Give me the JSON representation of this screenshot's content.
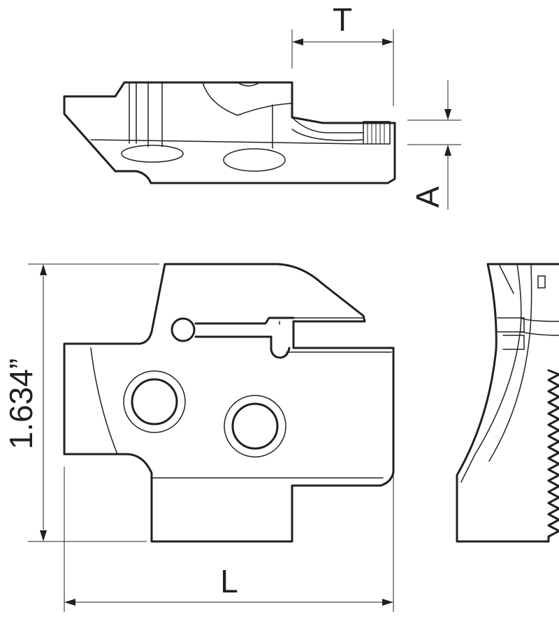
{
  "dimensions": {
    "T": "T",
    "A": "A",
    "height": "1.634”",
    "L": "L"
  },
  "views": {
    "top": "top-view",
    "front": "front-view",
    "side": "side-view"
  }
}
